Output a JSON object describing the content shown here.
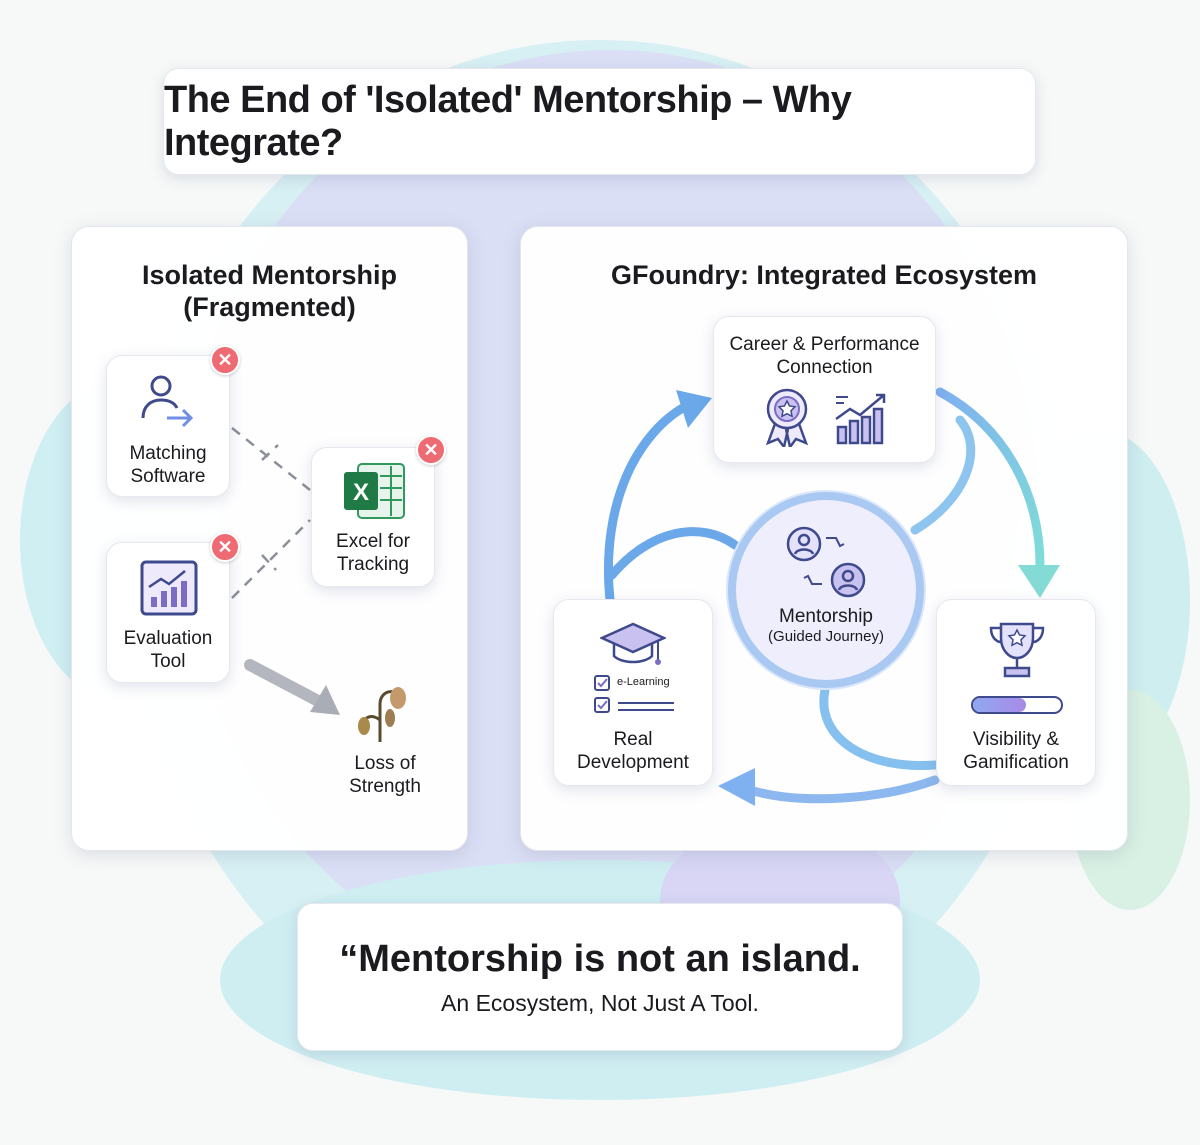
{
  "title": "The End of 'Isolated' Mentorship – Why Integrate?",
  "left_panel": {
    "title_line1": "Isolated Mentorship",
    "title_line2": "(Fragmented)",
    "cards": [
      {
        "line1": "Matching",
        "line2": "Software",
        "icon": "user-transfer-icon",
        "status": "close-icon"
      },
      {
        "line1": "Excel for",
        "line2": "Tracking",
        "icon": "excel-icon",
        "status": "close-icon",
        "icon_letter": "X"
      },
      {
        "line1": "Evaluation",
        "line2": "Tool",
        "icon": "chart-board-icon",
        "status": "close-icon"
      }
    ],
    "outcome": {
      "line1": "Loss of",
      "line2": "Strength",
      "icon": "wilted-plant-icon"
    },
    "badge_symbol": "✕"
  },
  "right_panel": {
    "title": "GFoundry: Integrated Ecosystem",
    "career": {
      "line1": "Career & Performance",
      "line2": "Connection",
      "icons": [
        "award-ribbon-icon",
        "growth-chart-icon"
      ]
    },
    "center": {
      "line1": "Mentorship",
      "line2": "(Guided Journey)",
      "icon": "mentor-exchange-icon"
    },
    "development": {
      "line1": "Real",
      "line2": "Development",
      "elearning": "e-Learning",
      "icon": "graduation-cap-icon"
    },
    "visibility": {
      "line1": "Visibility &",
      "line2": "Gamification",
      "icon": "trophy-icon",
      "progress": 0.6
    }
  },
  "quote": {
    "line1": "“Mentorship is not an island.",
    "line2": "An Ecosystem, Not Just A Tool."
  },
  "colors": {
    "accent_blue": "#6aa8ea",
    "accent_purple": "#7b6cc4",
    "error_red": "#ef6b73",
    "excel_green": "#1f7a45"
  }
}
